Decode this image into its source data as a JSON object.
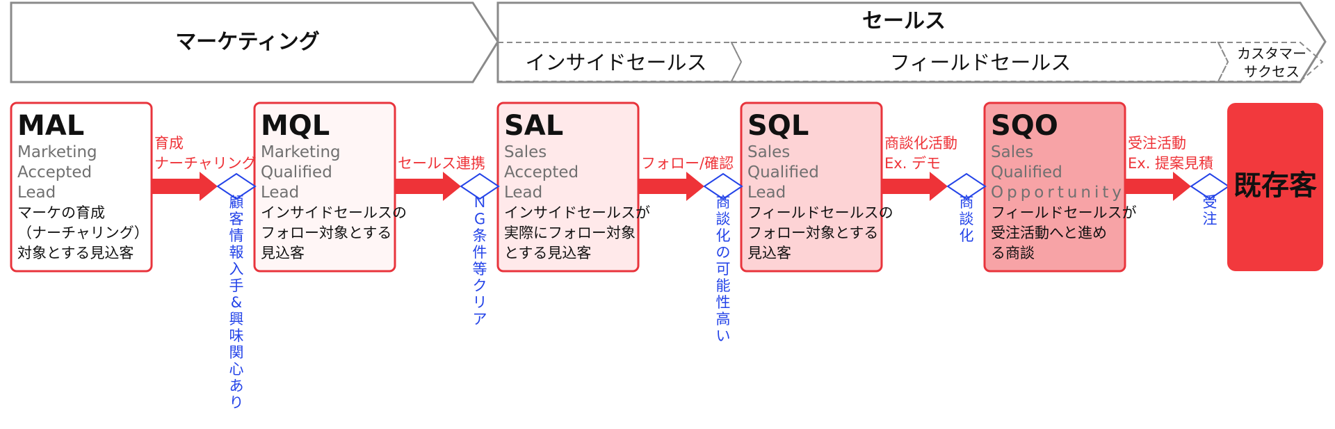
{
  "colors": {
    "accent_red": "#EE3338",
    "border_red": "#E8343C",
    "condition_blue": "#2343E8",
    "gray_text": "#707070",
    "outline_gray": "#8A8A8A"
  },
  "header": {
    "marketing": "マーケティング",
    "sales": "セールス",
    "inside_sales": "インサイドセールス",
    "field_sales": "フィールドセールス",
    "customer_success": [
      "カスタマー",
      "サクセス"
    ]
  },
  "stages": [
    {
      "acronym": "MAL",
      "full": [
        "Marketing",
        "Accepted",
        "Lead"
      ],
      "desc": [
        "マーケの育成",
        "（ナーチャリング）",
        "対象とする見込客"
      ],
      "fill": "#FFFFFF"
    },
    {
      "acronym": "MQL",
      "full": [
        "Marketing",
        "Qualified",
        "Lead"
      ],
      "desc": [
        "インサイドセールスの",
        "フォロー対象とする",
        "見込客"
      ],
      "fill": "#FFF6F6"
    },
    {
      "acronym": "SAL",
      "full": [
        "Sales",
        "Accepted",
        "Lead"
      ],
      "desc": [
        "インサイドセールスが",
        "実際にフォロー対象",
        "とする見込客"
      ],
      "fill": "#FFE9EA"
    },
    {
      "acronym": "SQL",
      "full": [
        "Sales",
        "Qualified",
        "Lead"
      ],
      "desc": [
        "フィールドセールスの",
        "フォロー対象とする",
        "見込客"
      ],
      "fill": "#FDD3D5"
    },
    {
      "acronym": "SQO",
      "full": [
        "Sales",
        "Qualified",
        "Opportunity"
      ],
      "desc": [
        "フィールドセールスが",
        "受注活動へと進め",
        "る商談"
      ],
      "fill": "#F7A3A6"
    }
  ],
  "final_stage": {
    "label": "既存客",
    "fill": "#F2393D"
  },
  "transitions": [
    {
      "activity": [
        "育成",
        "ナーチャリング"
      ],
      "condition": "顧客情報入手&興味関心あり"
    },
    {
      "activity": [
        "セールス連携"
      ],
      "condition": "ＮＧ条件等クリア"
    },
    {
      "activity": [
        "フォロー/確認"
      ],
      "condition": "商談化の可能性高い"
    },
    {
      "activity": [
        "商談化活動",
        "Ex. デモ"
      ],
      "condition": "商談化"
    },
    {
      "activity": [
        "受注活動",
        "Ex. 提案見積"
      ],
      "condition": "受注"
    }
  ]
}
